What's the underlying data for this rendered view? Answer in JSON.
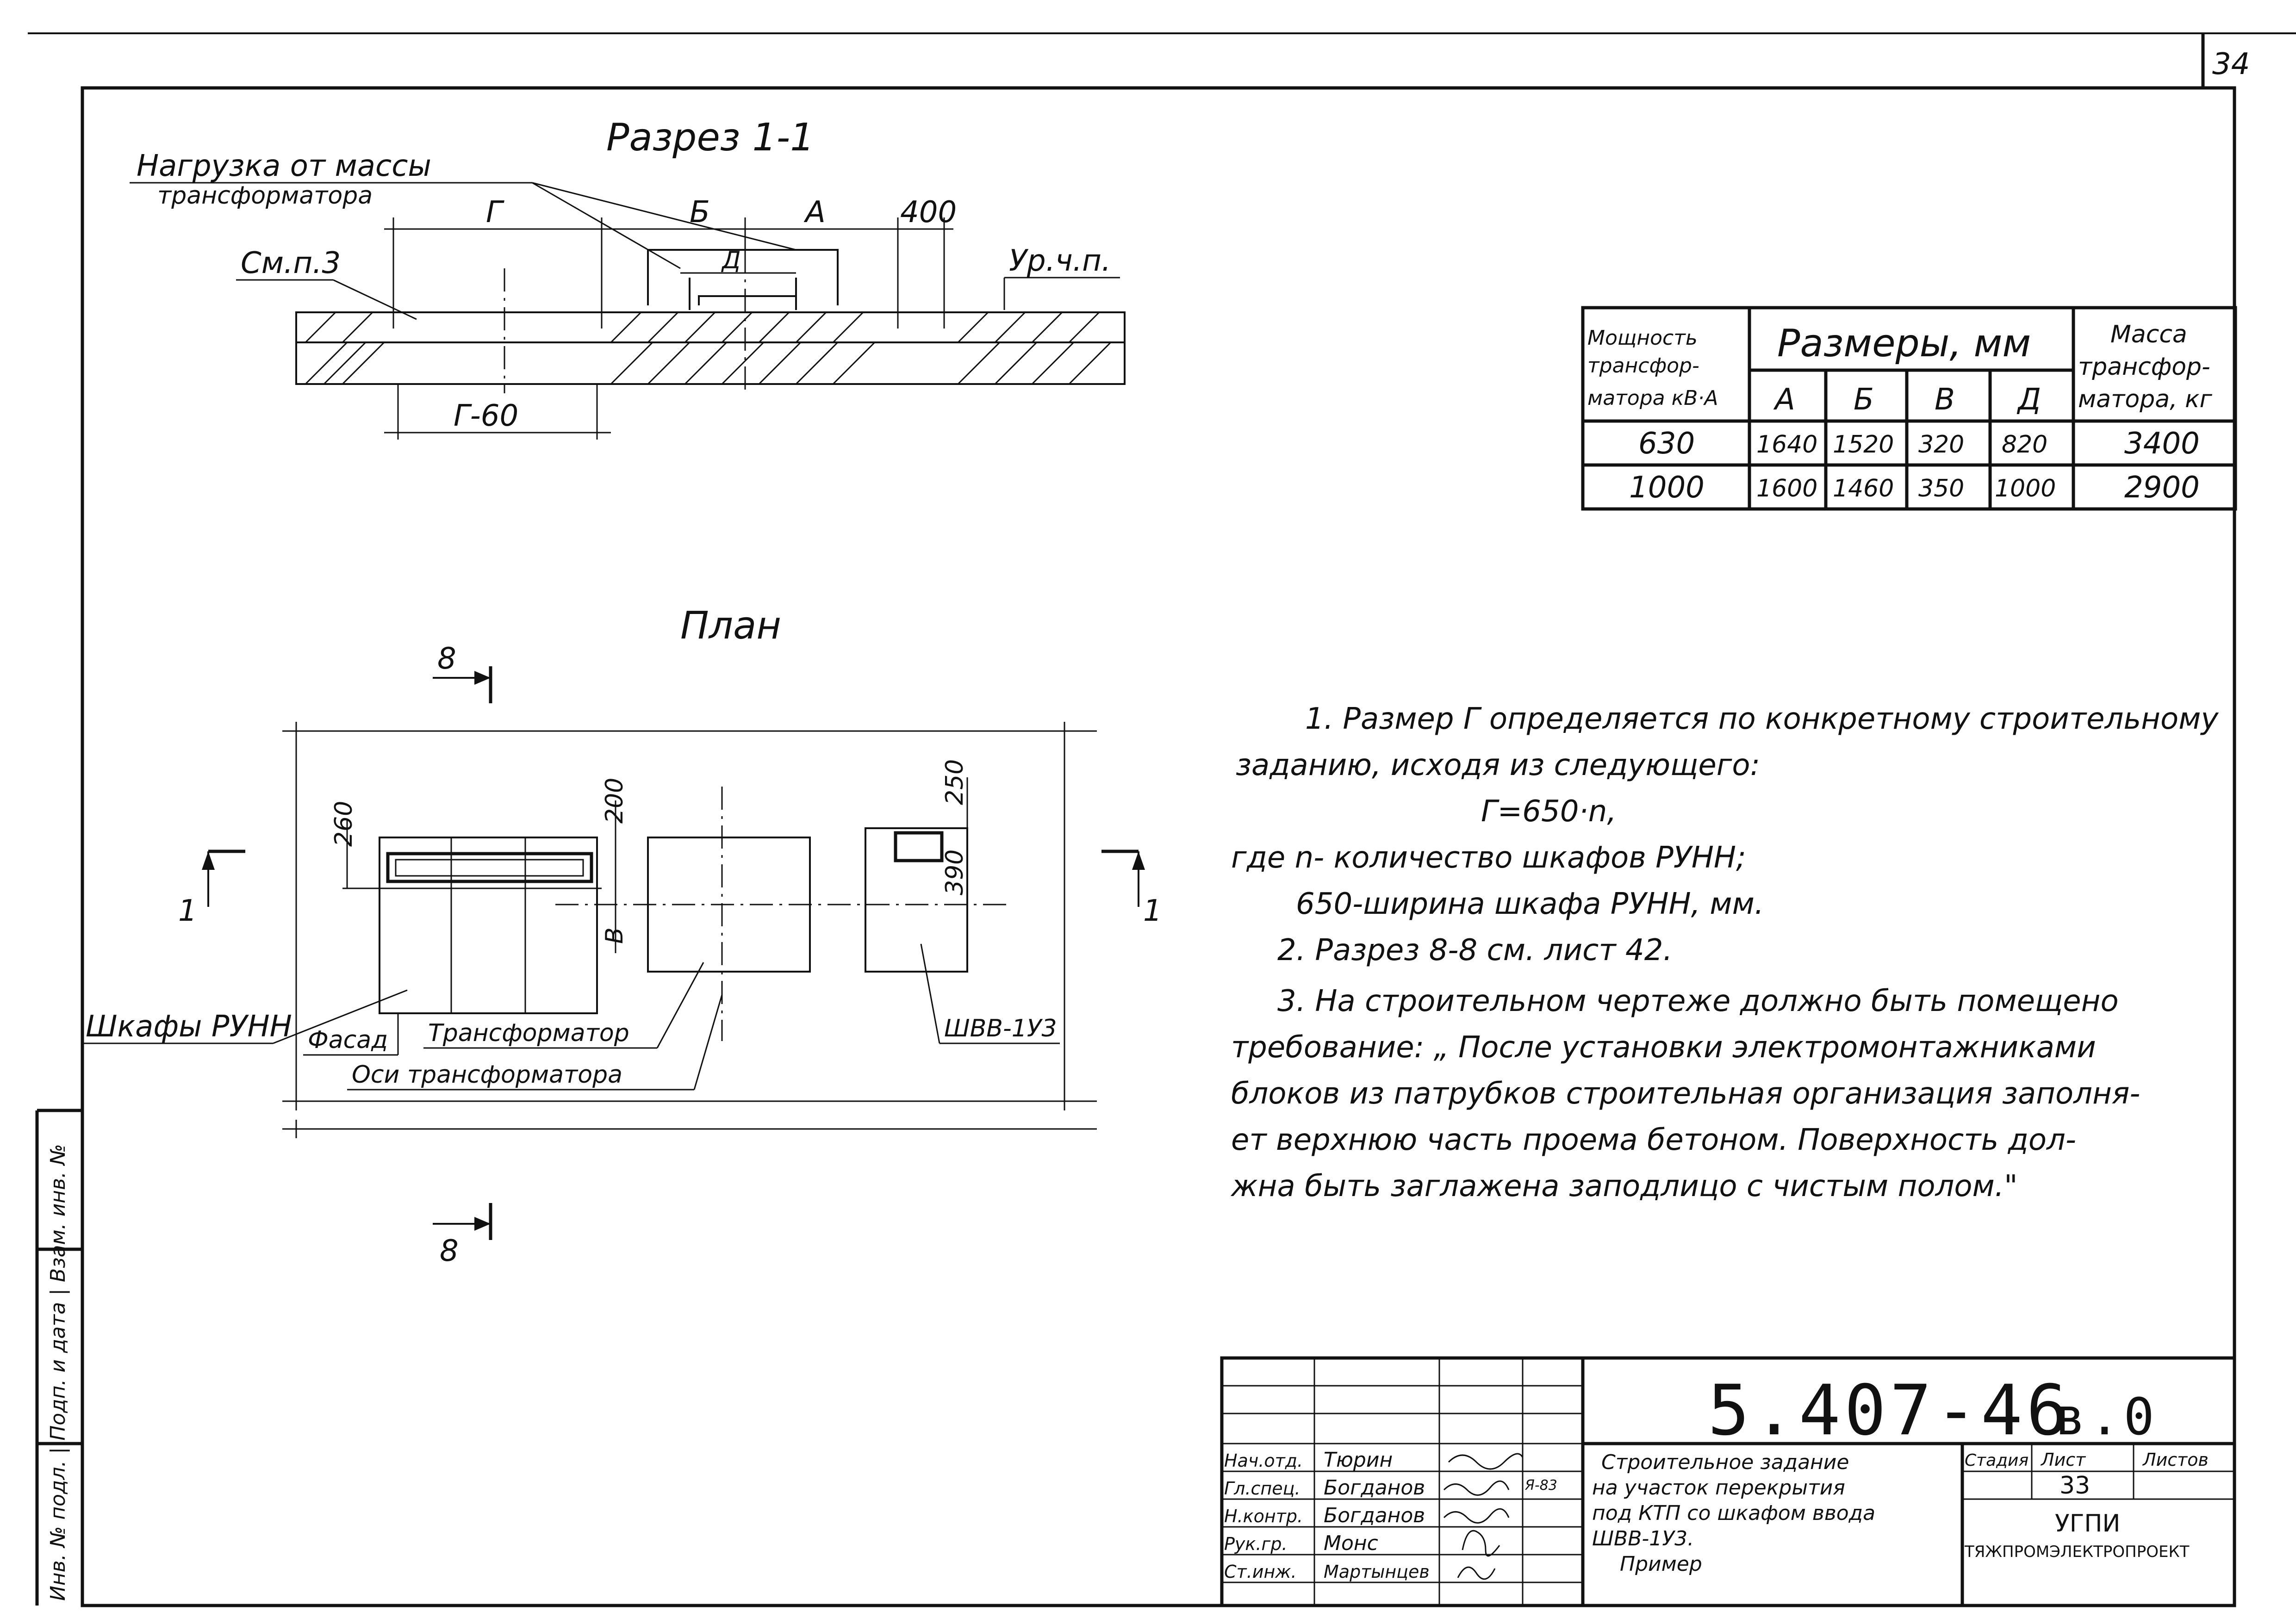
{
  "sheet_number": "34",
  "section": {
    "title": "Разрез 1-1",
    "load_label_line1": "Нагрузка от массы",
    "load_label_line2": "трансформатора",
    "dim_g": "Г",
    "dim_b": "Б",
    "dim_a": "А",
    "dim_400": "400",
    "dim_d": "Д",
    "see_note": "См.п.3",
    "floor_level": "Ур.ч.п.",
    "dim_g60": "Г-60"
  },
  "table": {
    "header_power": [
      "Мощность",
      "трансфор-",
      "матора кВ·А"
    ],
    "header_sizes": "Размеры, мм",
    "header_mass": [
      "Масса",
      "трансфор-",
      "матора, кг"
    ],
    "sub_headers": [
      "А",
      "Б",
      "В",
      "Д"
    ],
    "rows": [
      {
        "power": "630",
        "a": "1640",
        "b": "1520",
        "v": "320",
        "d": "820",
        "mass": "3400"
      },
      {
        "power": "1000",
        "a": "1600",
        "b": "1460",
        "v": "350",
        "d": "1000",
        "mass": "2900"
      }
    ]
  },
  "plan": {
    "title": "План",
    "section_mark": "8",
    "section_mark_bottom": "8",
    "cut_left": "1",
    "cut_right": "1",
    "dim_260": "260",
    "dim_200": "200",
    "dim_v": "В",
    "dim_250": "250",
    "dim_390": "390",
    "label_cabinets": "Шкафы РУНН",
    "label_facade": "Фасад",
    "label_transformer": "Трансформатор",
    "label_axes": "Оси трансформатора",
    "label_shvv": "ШВВ-1У3"
  },
  "notes": [
    "1. Размер Г определяется по конкретному строительному",
    "заданию, исходя из следующего:",
    "Г=650·n,",
    "где n- количество шкафов РУНН;",
    "650-ширина шкафа РУНН, мм.",
    "2. Разрез 8-8 см. лист 42.",
    "3. На строительном чертеже должно быть помещено",
    "требование: „ После установки электромонтажниками",
    "блоков из патрубков строительная организация заполня-",
    "ет верхнюю часть проема бетоном. Поверхность дол-",
    "жна быть заглажена заподлицо с чистым полом.\""
  ],
  "stamp": {
    "code": "5.407-46",
    "volume": "в.0",
    "title": [
      "Строительное задание",
      "на участок перекрытия",
      "под КТП со шкафом ввода",
      "ШВВ-1У3."
    ],
    "title_cut": "Пример",
    "col_stage": "Стадия",
    "col_sheet": "Лист",
    "col_sheets": "Листов",
    "sheet_value": "33",
    "org_line1": "УГПИ",
    "org_line2": "ТЯЖПРОМЭЛЕКТРОПРОЕКТ",
    "date": "Я-83",
    "people": [
      {
        "role": "Нач.отд.",
        "name": "Тюрин"
      },
      {
        "role": "Гл.спец.",
        "name": "Богданов"
      },
      {
        "role": "Н.контр.",
        "name": "Богданов"
      },
      {
        "role": "Рук.гр.",
        "name": "Монс"
      },
      {
        "role": "Ст.инж.",
        "name": "Мартынцев"
      }
    ]
  },
  "side_stamp": "Инв. № подл. | Подп. и дата | Взам. инв. №"
}
